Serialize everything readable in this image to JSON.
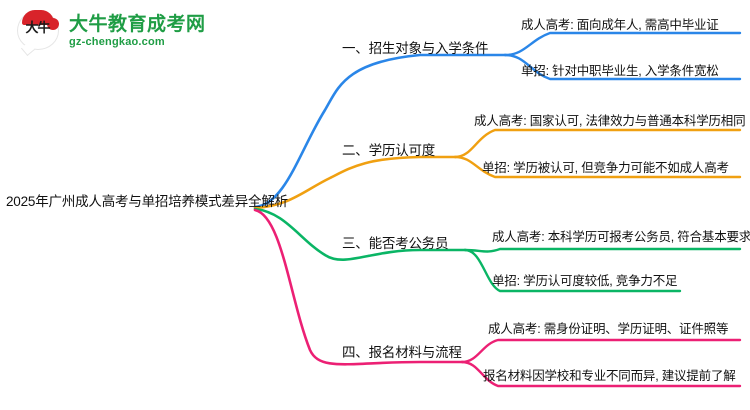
{
  "logo": {
    "mark_text": "大牛",
    "name": "大牛教育成考网",
    "domain": "gz-chengkao.com",
    "brand_green": "#1f9d45",
    "brand_red": "#d8232a"
  },
  "mindmap": {
    "type": "mindmap",
    "central_topic": "2025年广州成人高考与单招培养模式差异全解析",
    "branches": [
      {
        "label": "一、招生对象与入学条件",
        "color": "#2a86e8",
        "leaves": [
          "成人高考: 面向成年人, 需高中毕业证",
          "单招: 针对中职毕业生, 入学条件宽松"
        ]
      },
      {
        "label": "二、学历认可度",
        "color": "#f0a011",
        "leaves": [
          "成人高考: 国家认可, 法律效力与普通本科学历相同",
          "单招: 学历被认可, 但竞争力可能不如成人高考"
        ]
      },
      {
        "label": "三、能否考公务员",
        "color": "#0ab565",
        "leaves": [
          "成人高考: 本科学历可报考公务员, 符合基本要求",
          "单招: 学历认可度较低, 竞争力不足"
        ]
      },
      {
        "label": "四、报名材料与流程",
        "color": "#ec2074",
        "leaves": [
          "成人高考: 需身份证明、学历证明、证件照等",
          "报名材料因学校和专业不同而异, 建议提前了解"
        ]
      }
    ]
  }
}
